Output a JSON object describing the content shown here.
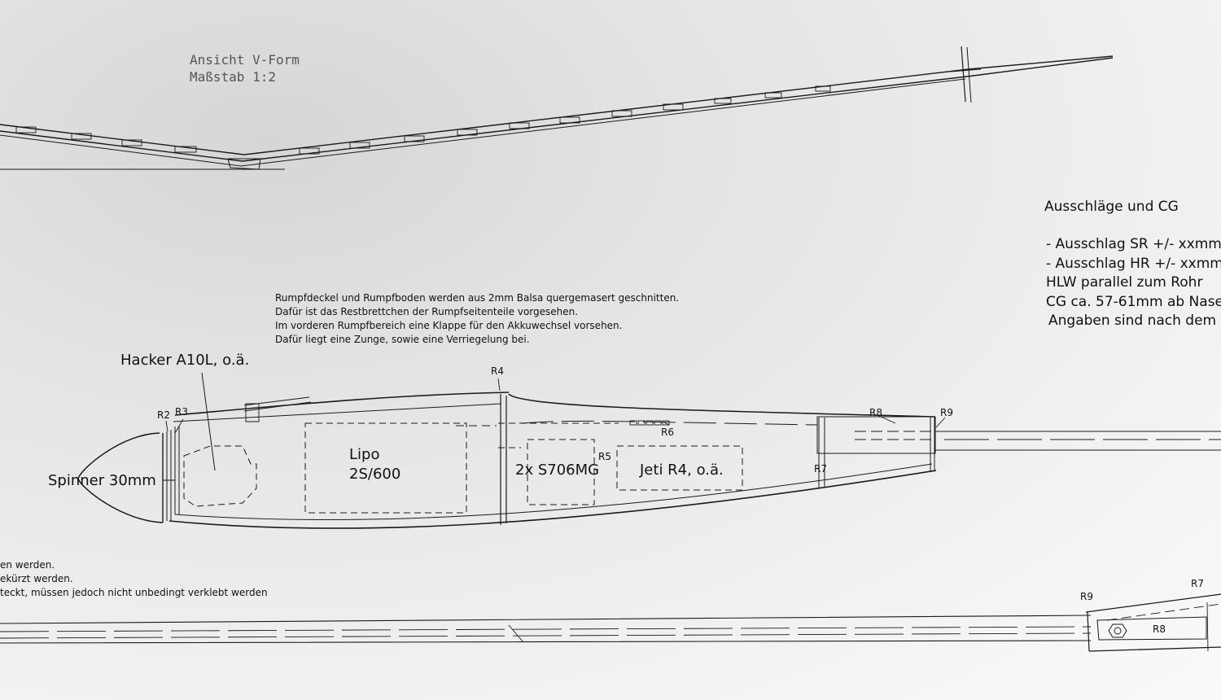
{
  "view_title": {
    "line1": "Ansicht V-Form",
    "line2": "Maßstab 1:2"
  },
  "cg_panel": {
    "heading": "Ausschläge und CG",
    "lines": [
      "- Ausschlag SR +/- xxmm",
      "- Ausschlag HR +/- xxmm",
      "HLW parallel zum Rohr",
      "CG ca. 57-61mm ab Nase",
      "Angaben sind nach dem E"
    ]
  },
  "construction_note": [
    "Rumpfdeckel und Rumpfboden werden aus 2mm Balsa quergemasert geschnitten.",
    "Dafür ist das Restbrettchen der Rumpfseitenteile vorgesehen.",
    "Im vorderen Rumpfbereich eine Klappe für den Akkuwechsel vorsehen.",
    "Dafür liegt eine Zunge, sowie eine Verriegelung bei."
  ],
  "bottom_note": [
    "en werden.",
    "ekürzt werden.",
    "teckt, müssen jedoch nicht unbedingt verklebt werden"
  ],
  "components": {
    "motor": "Hacker A10L, o.ä.",
    "spinner": "Spinner 30mm",
    "battery_line1": "Lipo",
    "battery_line2": "2S/600",
    "servos": "2x S706MG",
    "receiver": "Jeti R4, o.ä."
  },
  "formers": {
    "r2": "R2",
    "r3": "R3",
    "r4": "R4",
    "r5": "R5",
    "r6": "R6",
    "r7": "R7",
    "r8": "R8",
    "r9": "R9",
    "r9_tail": "R9",
    "r7_tail": "R7",
    "r8_tail": "R8"
  }
}
